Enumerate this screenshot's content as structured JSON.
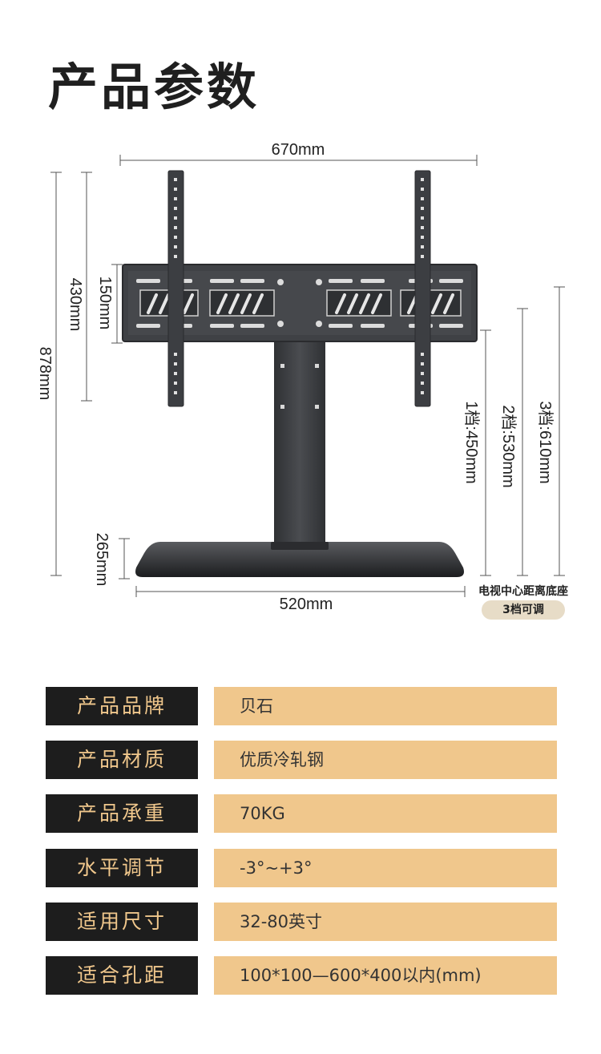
{
  "title": "产品参数",
  "dimensions": {
    "top_width": "670mm",
    "total_height": "878mm",
    "bracket_height": "430mm",
    "plate_height": "150mm",
    "base_height": "265mm",
    "base_width": "520mm",
    "level1": "1档:450mm",
    "level2": "2档:530mm",
    "level3": "3档:610mm",
    "center_note": "电视中心距离底座",
    "adjust_badge": "3档可调"
  },
  "specs": [
    {
      "label": "产品品牌",
      "value": "贝石"
    },
    {
      "label": "产品材质",
      "value": "优质冷轧钢"
    },
    {
      "label": "产品承重",
      "value": "70KG"
    },
    {
      "label": "水平调节",
      "value": "-3°~+3°"
    },
    {
      "label": "适用尺寸",
      "value": "32-80英寸"
    },
    {
      "label": "适合孔距",
      "value": "100*100—600*400以内(mm)"
    }
  ],
  "colors": {
    "label_bg": "#1d1d1d",
    "label_text": "#f0c78c",
    "value_bg": "#f0c78c",
    "stand_metal": "#3f4145"
  }
}
